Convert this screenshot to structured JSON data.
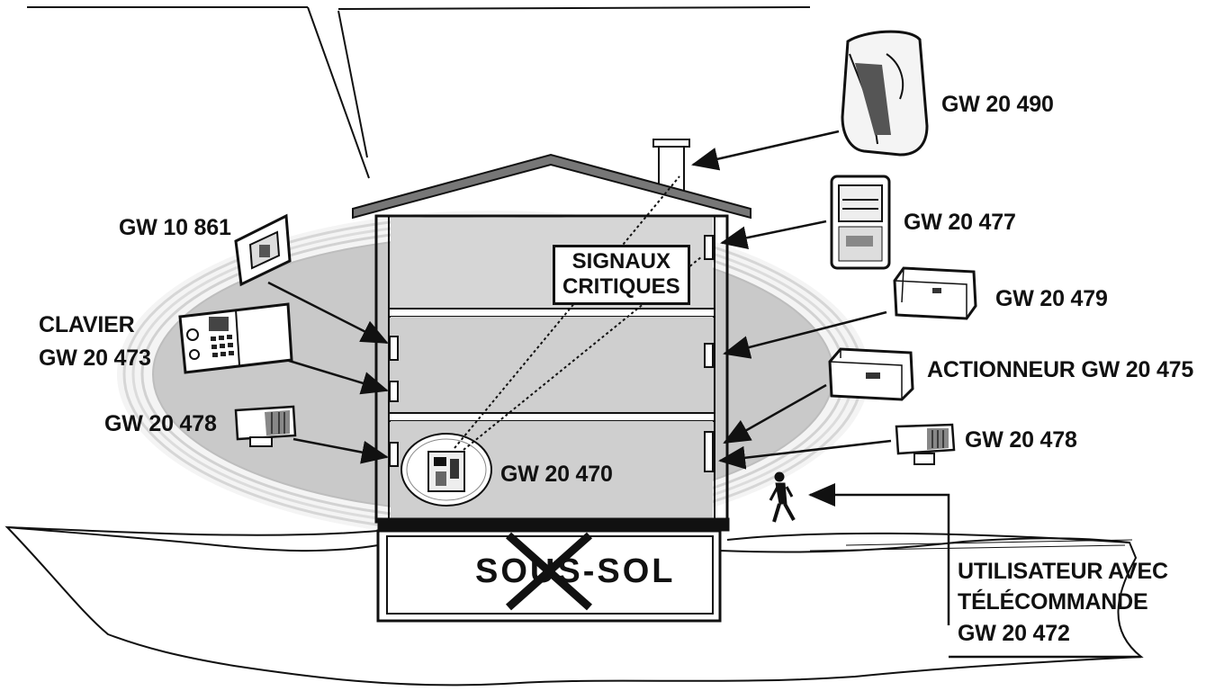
{
  "labels": {
    "gw20490": "GW 20 490",
    "gw20477": "GW 20 477",
    "gw20479": "GW 20 479",
    "gw20475": "ACTIONNEUR GW 20 475",
    "gw20478_right": "GW 20 478",
    "gw10861": "GW 10 861",
    "clavier_1": "CLAVIER",
    "clavier_2": "GW 20 473",
    "gw20478_left": "GW 20 478",
    "gw20470": "GW 20 470",
    "signaux_1": "SIGNAUX",
    "signaux_2": "CRITIQUES",
    "soussol": "SOUS-SOL",
    "user_1": "UTILISATEUR AVEC",
    "user_2": "TÉLÉCOMMANDE",
    "user_3": "GW 20 472"
  },
  "colors": {
    "ink": "#111111",
    "coverage": "#c9c9c9",
    "rings": "#e6e6e6",
    "paper": "#ffffff"
  },
  "icons": {
    "siren": "outdoor-siren-icon",
    "detector": "motion-detector-icon",
    "module": "wireless-module-icon",
    "keypad": "keypad-icon",
    "panel": "control-panel-icon",
    "user": "person-walking-icon"
  }
}
